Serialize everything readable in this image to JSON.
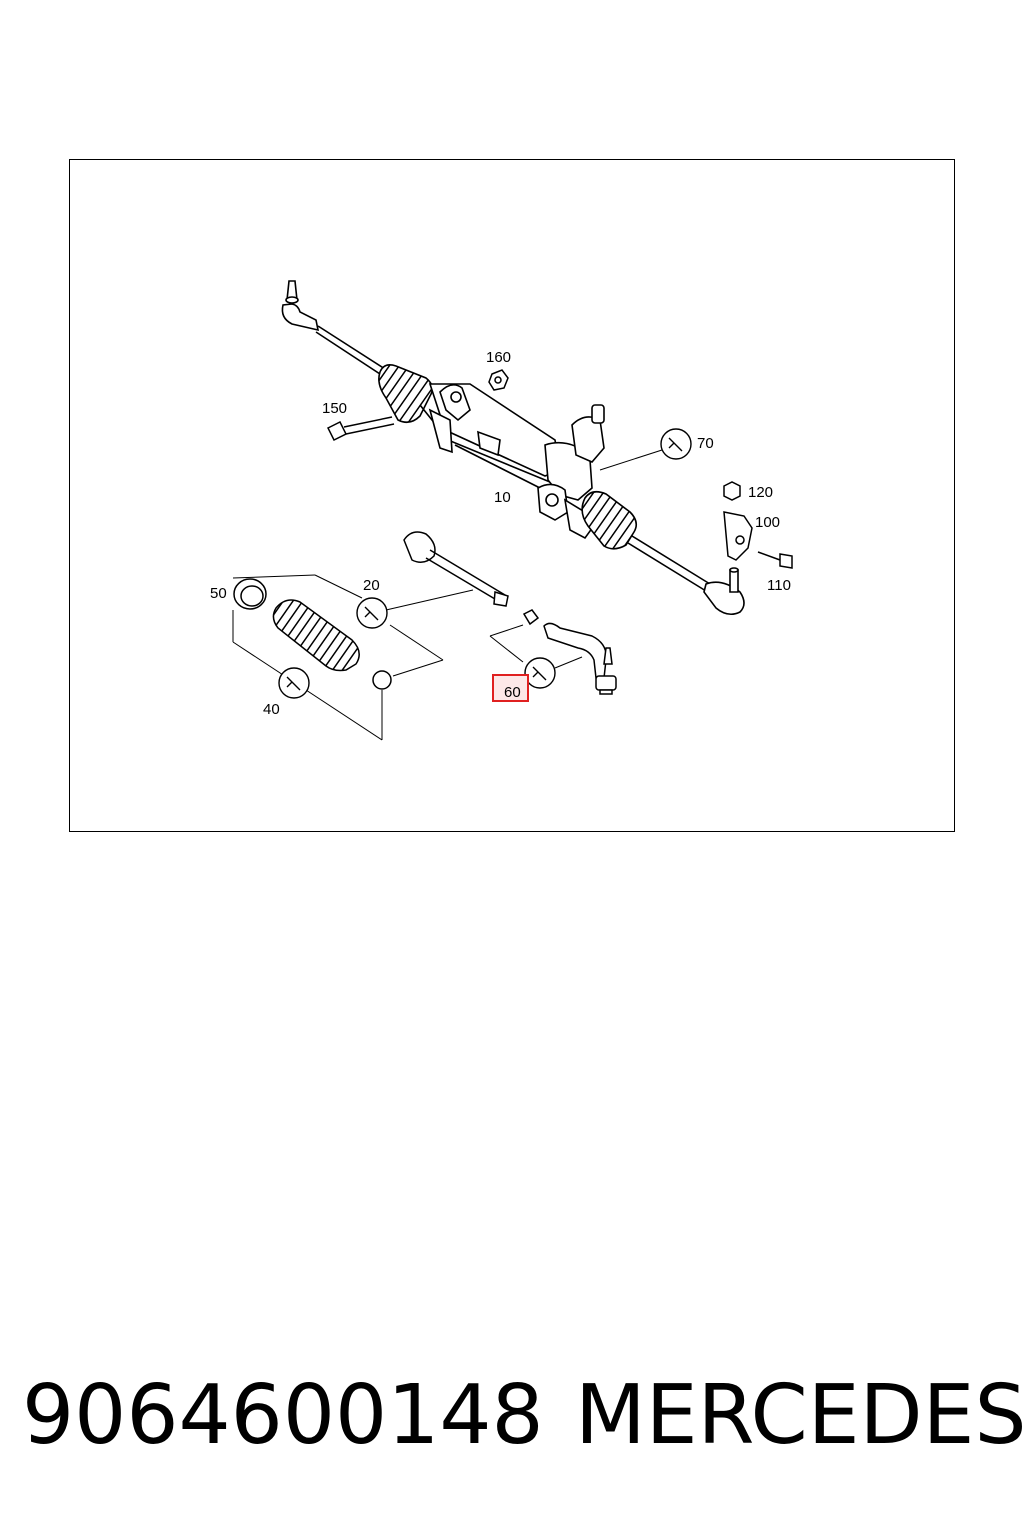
{
  "diagram": {
    "callouts": [
      {
        "id": "10",
        "label": "10"
      },
      {
        "id": "20",
        "label": "20"
      },
      {
        "id": "40",
        "label": "40"
      },
      {
        "id": "50",
        "label": "50"
      },
      {
        "id": "60",
        "label": "60",
        "highlighted": true
      },
      {
        "id": "70",
        "label": "70"
      },
      {
        "id": "100",
        "label": "100"
      },
      {
        "id": "110",
        "label": "110"
      },
      {
        "id": "120",
        "label": "120"
      },
      {
        "id": "150",
        "label": "150"
      },
      {
        "id": "160",
        "label": "160"
      }
    ],
    "highlight_color": "#e02020"
  },
  "caption": {
    "part_number": "9064600148",
    "brand": "MERCEDES"
  }
}
